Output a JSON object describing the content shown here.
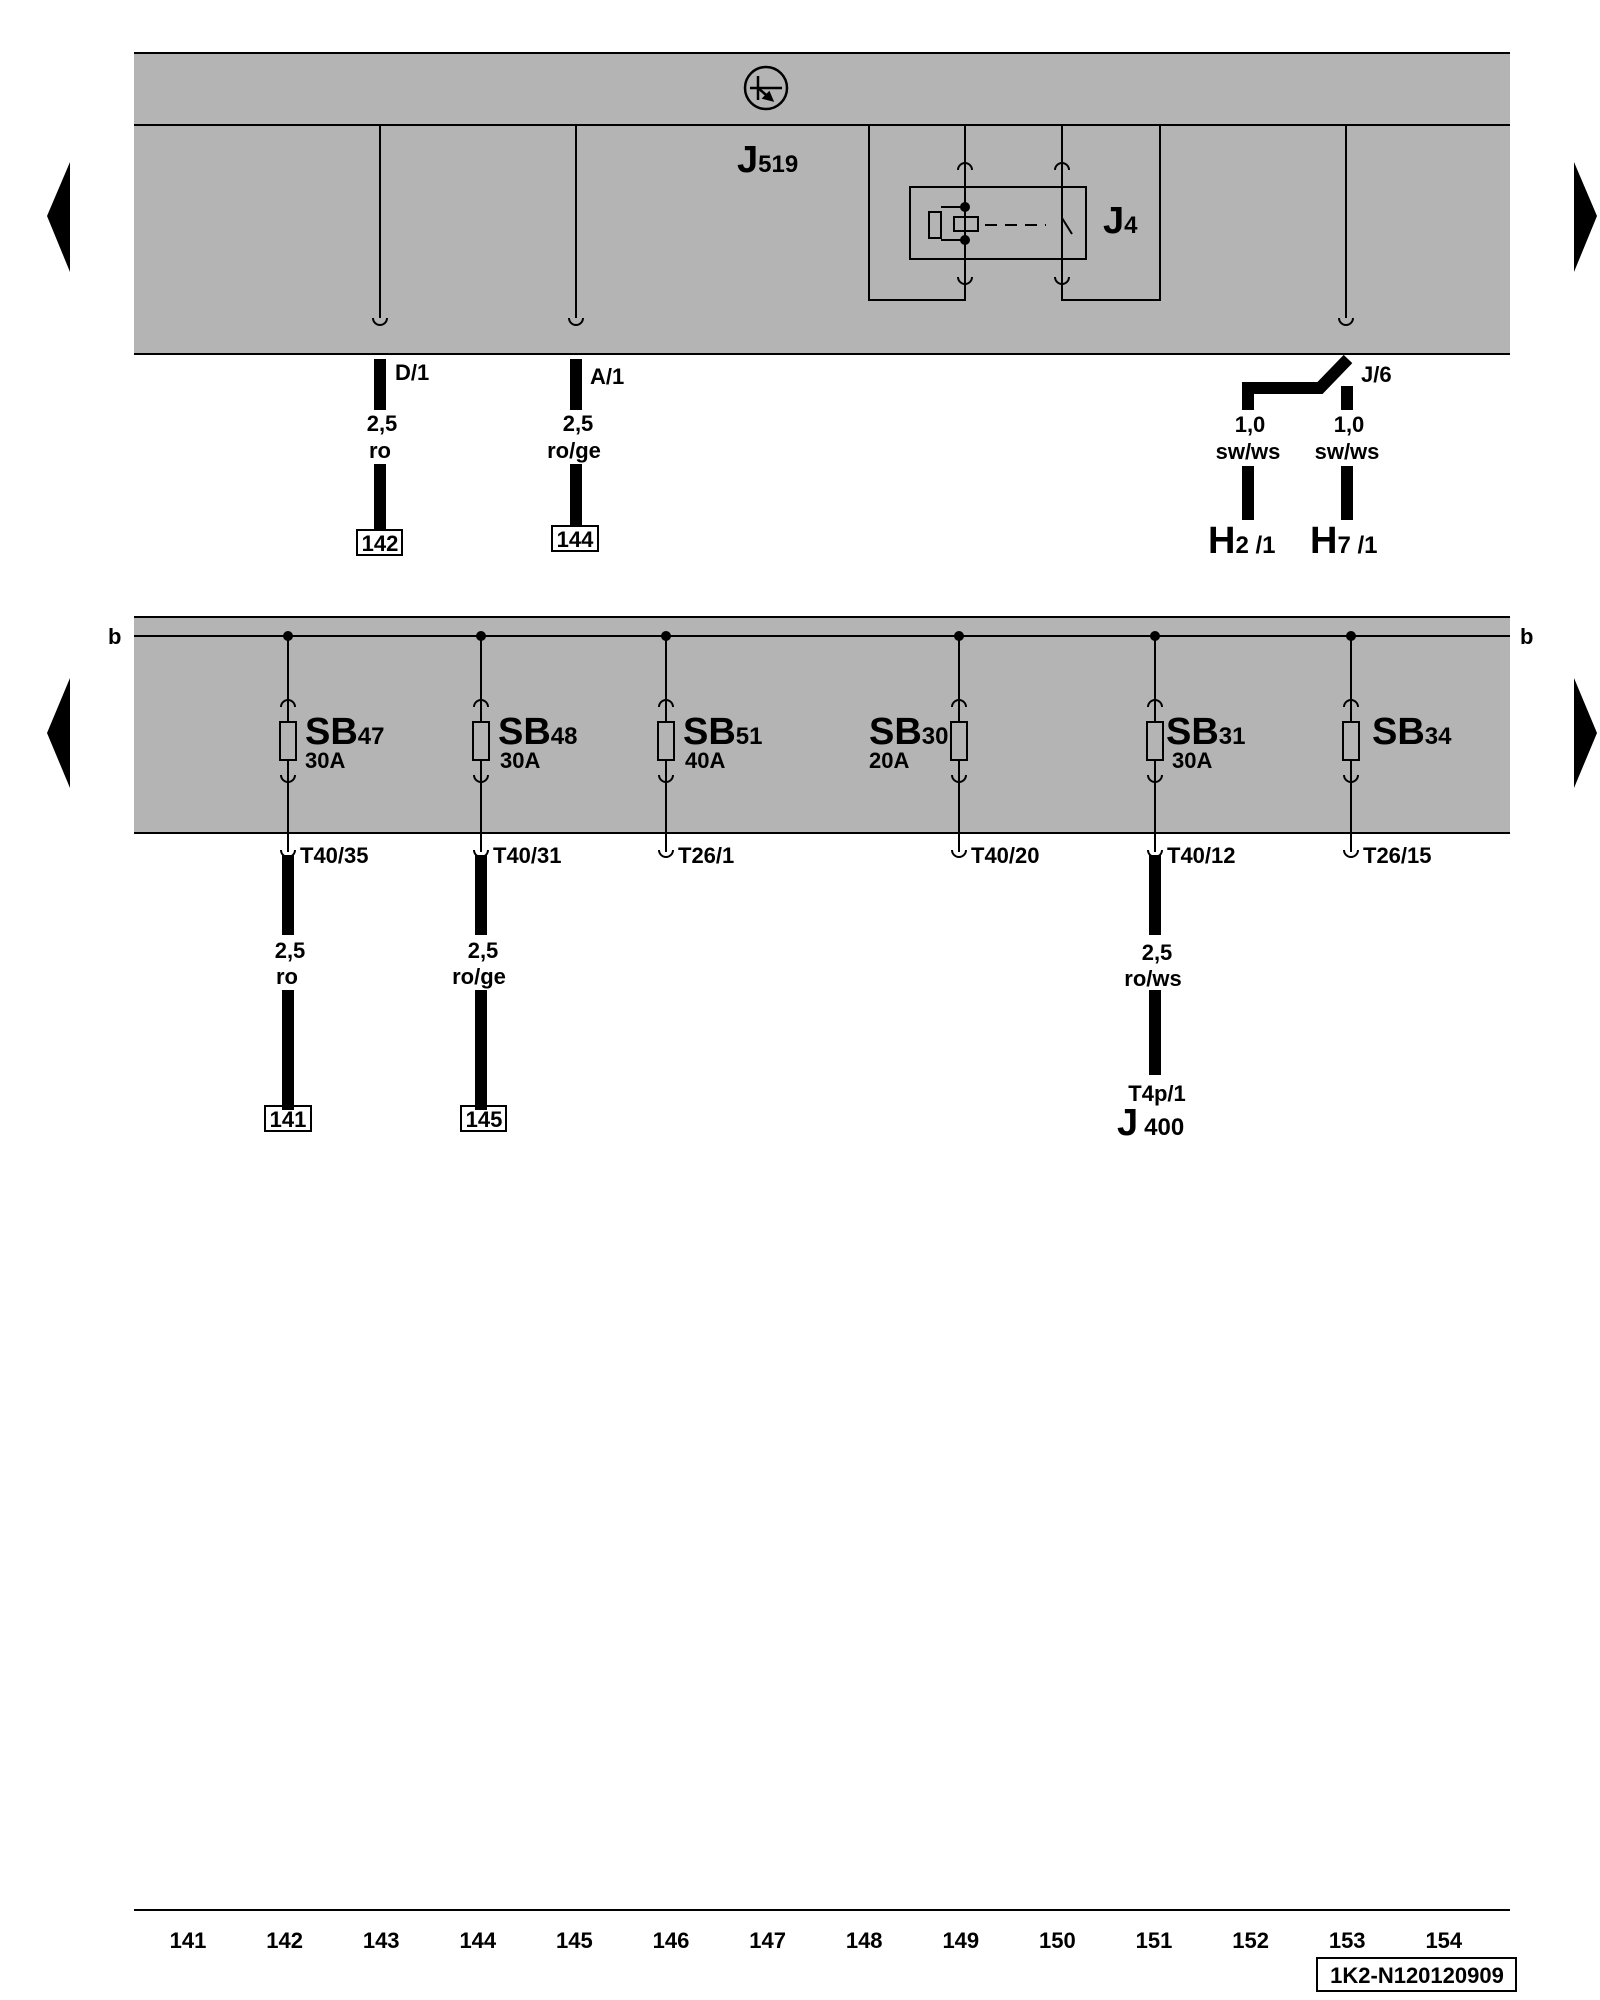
{
  "top_module": {
    "name_main": "J",
    "name_sub": "519",
    "relay_main": "J",
    "relay_sub": "4",
    "pins": [
      "D/1",
      "A/1",
      "J/6"
    ],
    "wires": [
      {
        "size": "2,5",
        "color": "ro"
      },
      {
        "size": "2,5",
        "color": "ro/ge"
      },
      {
        "size": "1,0",
        "color": "sw/ws"
      },
      {
        "size": "1,0",
        "color": "sw/ws"
      }
    ],
    "refs": [
      "142",
      "144"
    ],
    "grounds": [
      {
        "main": "H",
        "sub": "2 /1"
      },
      {
        "main": "H",
        "sub": "7 /1"
      }
    ]
  },
  "fuse_panel": {
    "bus_label": "b",
    "fuses": [
      {
        "main": "SB",
        "sub": "47",
        "rating": "30A",
        "pin": "T40/35"
      },
      {
        "main": "SB",
        "sub": "48",
        "rating": "30A",
        "pin": "T40/31"
      },
      {
        "main": "SB",
        "sub": "51",
        "rating": "40A",
        "pin": "T26/1"
      },
      {
        "main": "SB",
        "sub": "30",
        "rating": "20A",
        "pin": "T40/20"
      },
      {
        "main": "SB",
        "sub": "31",
        "rating": "30A",
        "pin": "T40/12"
      },
      {
        "main": "SB",
        "sub": "34",
        "rating": "",
        "pin": "T26/15"
      }
    ],
    "wires": [
      {
        "size": "2,5",
        "color": "ro"
      },
      {
        "size": "2,5",
        "color": "ro/ge"
      },
      {
        "size": "2,5",
        "color": "ro/ws"
      }
    ],
    "refs": [
      "141",
      "145"
    ],
    "connector": {
      "pin": "T4p/1",
      "main": "J",
      "sub": "400"
    }
  },
  "tracks": [
    "141",
    "142",
    "143",
    "144",
    "145",
    "146",
    "147",
    "148",
    "149",
    "150",
    "151",
    "152",
    "153",
    "154"
  ],
  "doc_code": "1K2-N120120909",
  "colors": {
    "panel": "#b4b4b4",
    "line": "#000000",
    "background": "#ffffff"
  },
  "icons": [
    "arrow-left-icon",
    "arrow-right-icon",
    "electronic-component-icon"
  ]
}
